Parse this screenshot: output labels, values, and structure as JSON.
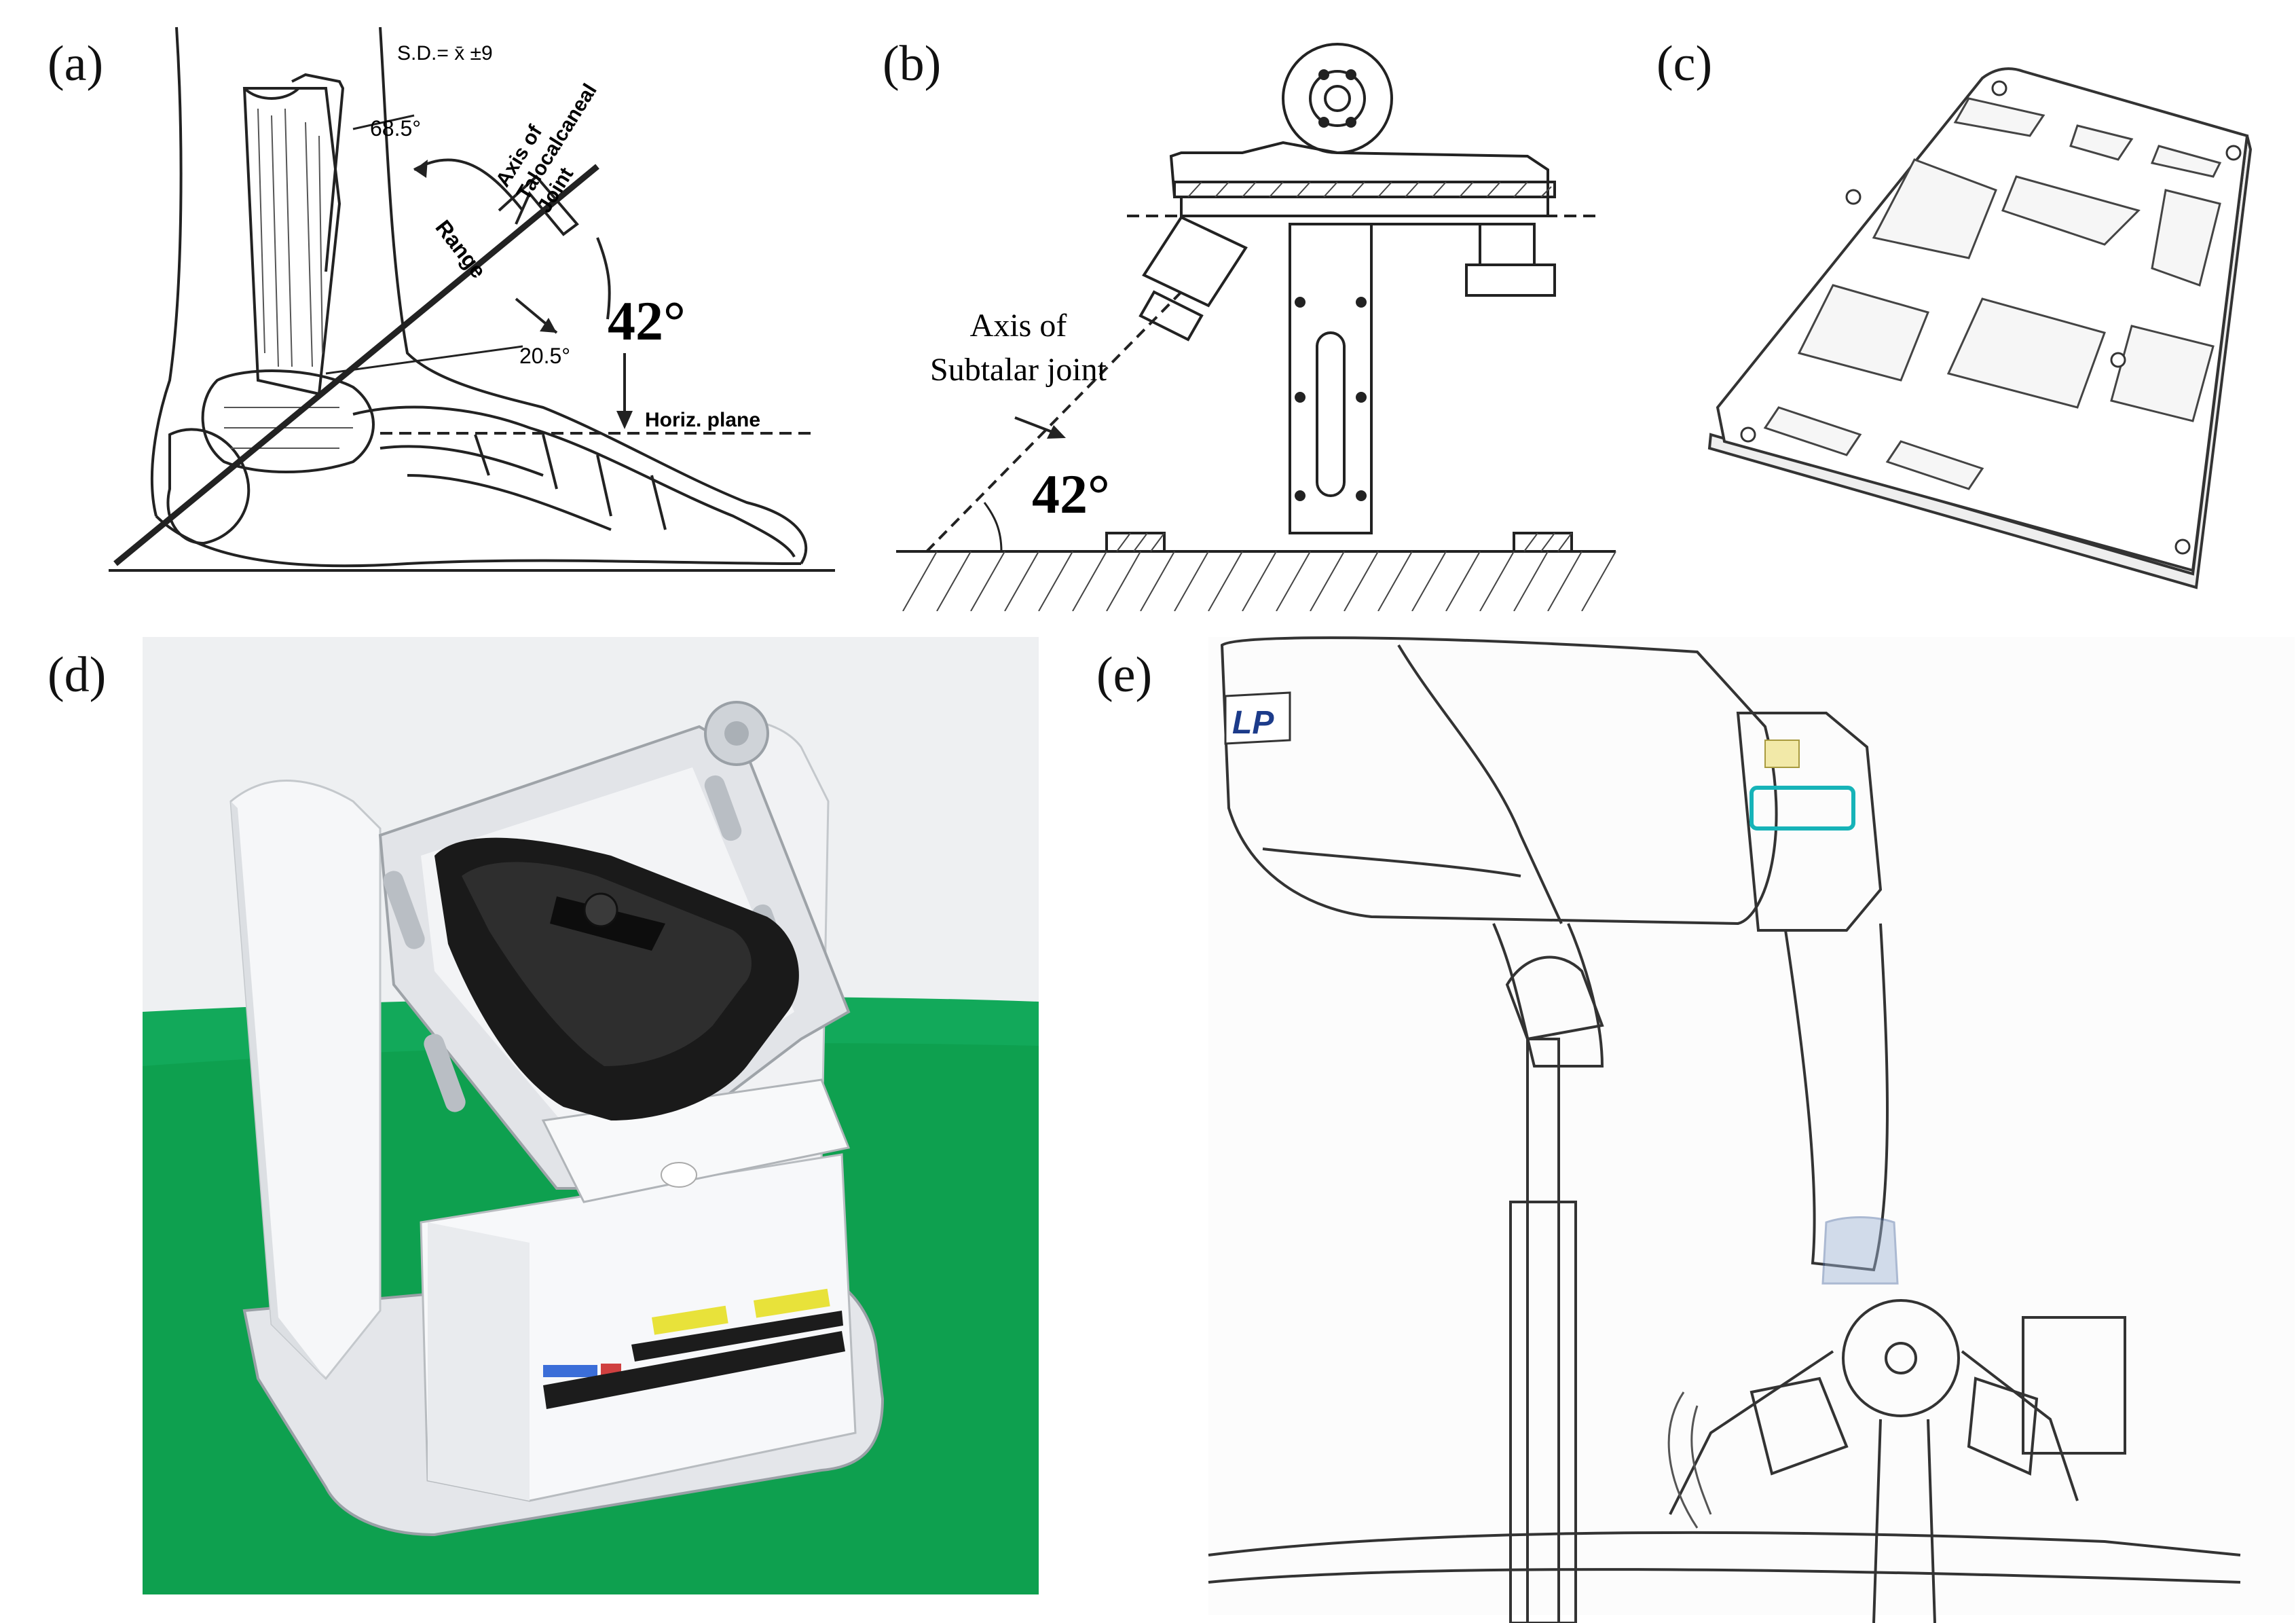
{
  "panels": {
    "a": {
      "label": "(a)",
      "sd": "S.D.= x̄ ±9",
      "axis_label_line1": "Axis of",
      "axis_label_line2": "Talocalcaneal",
      "axis_label_line3": "Joint",
      "angle_upper": "68.5°",
      "angle_lower": "20.5°",
      "range": "Range",
      "angle_main": "42°",
      "plane": "Horiz. plane"
    },
    "b": {
      "label": "(b)",
      "axis_line1": "Axis of",
      "axis_line2": "Subtalar joint",
      "angle": "42°"
    },
    "c": {
      "label": "(c)"
    },
    "d": {
      "label": "(d)"
    },
    "e": {
      "label": "(e)",
      "logo": "LP"
    }
  },
  "colors": {
    "green_floor": "#0ea04f",
    "wall": "#eef0f2",
    "pedal": "#1a1a1a",
    "robot_white": "#f4f5f7",
    "cyan_strap": "#16b3b8",
    "yellow_label": "#e8e23a"
  }
}
